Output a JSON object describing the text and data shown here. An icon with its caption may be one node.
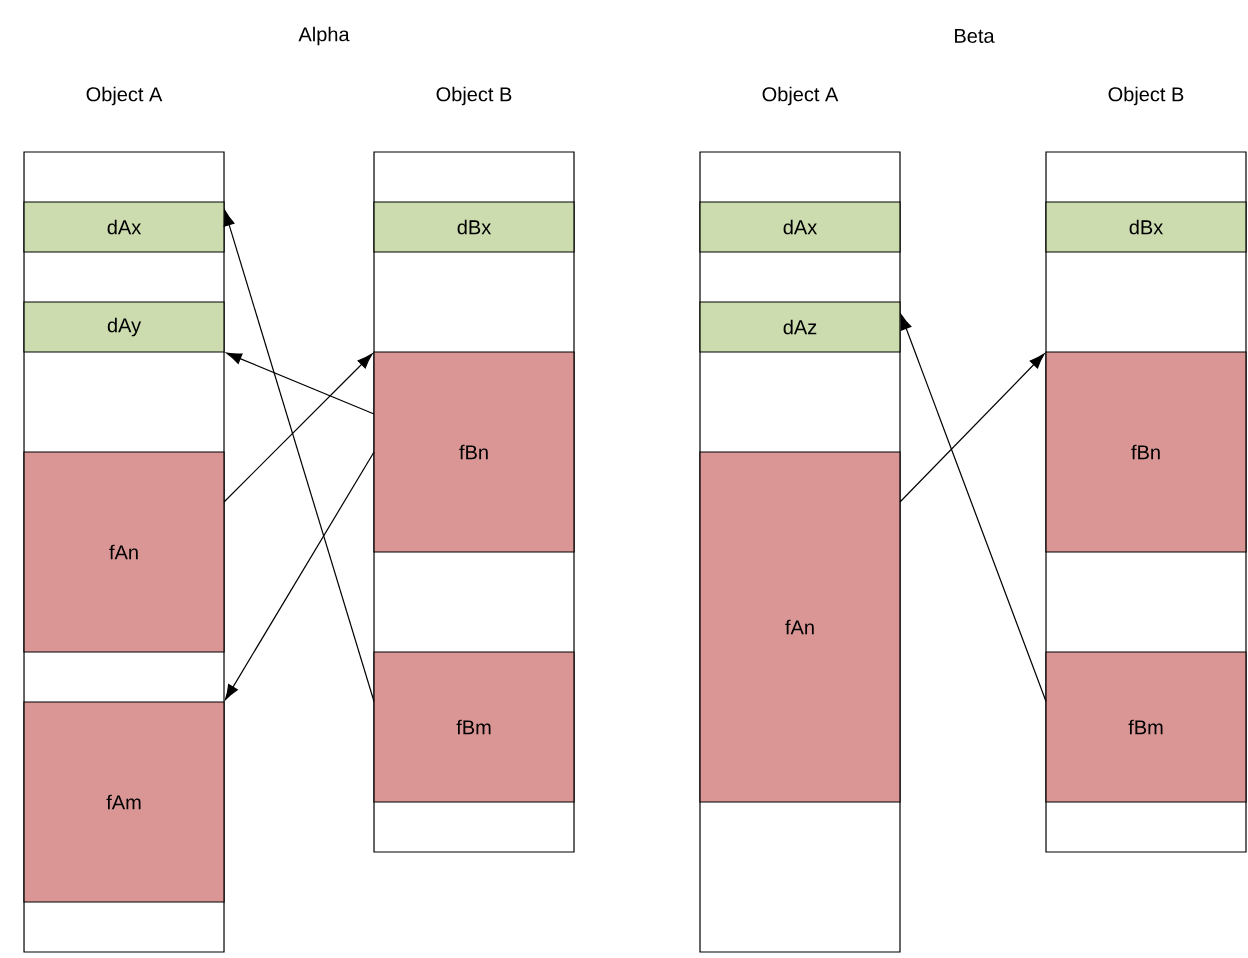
{
  "diagram": {
    "nodes": [
      {
        "text": [
          "Object A"
        ]
      },
      {
        "text": [
          "dAx"
        ],
        "in": 0
      },
      {
        "text": [
          "dAy"
        ],
        "in": 0
      },
      {
        "text": [
          "fAn"
        ],
        "in": 0
      },
      {
        "text": [
          "fAm"
        ],
        "in": 0
      },
      {
        "text": [
          "Object B"
        ]
      },
      {
        "text": [
          "dBx"
        ],
        "in": 5
      },
      {
        "text": [
          "fBn"
        ],
        "in": 5
      },
      {
        "text": [
          "fBm"
        ],
        "in": 5
      },
      {
        "text": [
          "Object A"
        ]
      },
      {
        "text": [
          "dAx"
        ],
        "in": 9
      },
      {
        "text": [
          "dAz"
        ],
        "in": 9
      },
      {
        "text": [
          "fAn"
        ],
        "in": 9
      },
      {
        "text": [
          "Object B"
        ]
      },
      {
        "text": [
          "dBx"
        ],
        "in": 13
      },
      {
        "text": [
          "fBn"
        ],
        "in": 13
      },
      {
        "text": [
          "fBm"
        ],
        "in": 13
      }
    ],
    "edges": [
      {
        "from": 8,
        "to": 1,
        "arrow": "to"
      },
      {
        "from": 7,
        "to": 2,
        "arrow": "to"
      },
      {
        "from": 3,
        "to": 7,
        "arrow": "to"
      },
      {
        "from": 7,
        "to": 4,
        "arrow": "to"
      },
      {
        "from": 12,
        "to": 15,
        "arrow": "to"
      },
      {
        "from": 16,
        "to": 11,
        "arrow": "to"
      }
    ],
    "labels": [
      "Alpha",
      "Beta"
    ]
  }
}
